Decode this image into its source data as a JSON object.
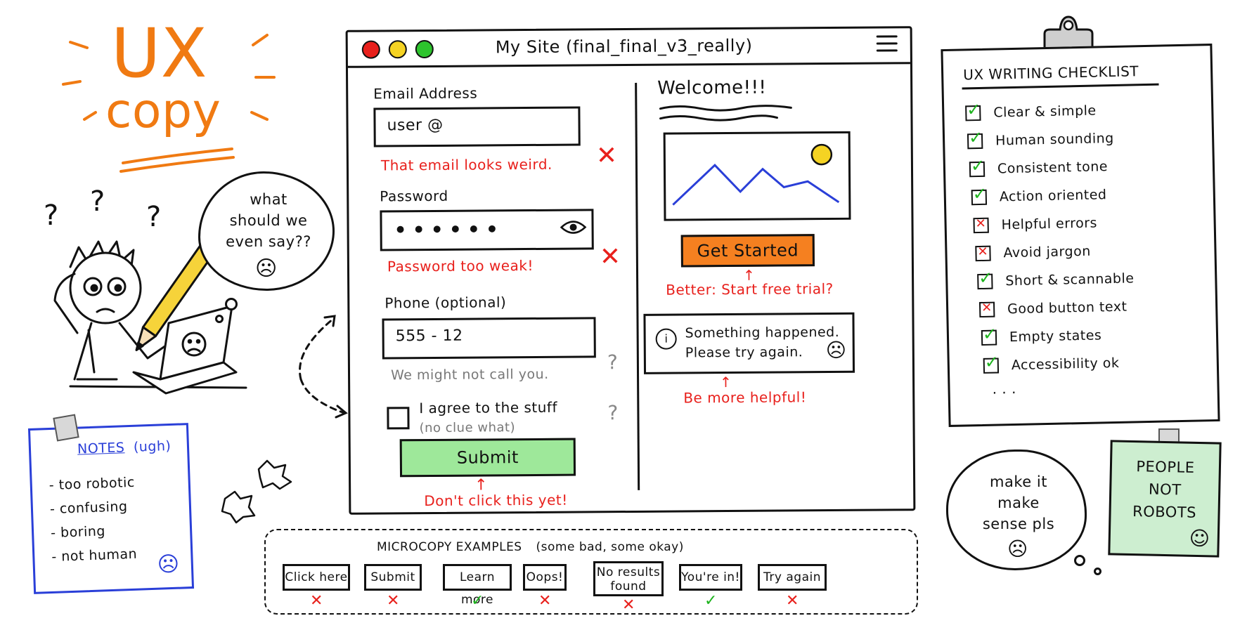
{
  "hero": {
    "line1": "UX",
    "line2": "copy"
  },
  "thought": {
    "text": "what should we even say??",
    "face": "☹"
  },
  "notes": {
    "title": "NOTES",
    "subtitle": "(ugh)",
    "items": [
      "- too robotic",
      "- confusing",
      "- boring",
      "- not human"
    ],
    "face": "☹"
  },
  "browser": {
    "title": "My Site  (final_final_v3_really)",
    "form": {
      "email_label": "Email Address",
      "email_value": "user @",
      "email_error": "That email looks weird.",
      "password_label": "Password",
      "password_value": "••••••",
      "password_error": "Password too weak!",
      "phone_label": "Phone (optional)",
      "phone_value": "555 - 12",
      "phone_hint": "We might not call you.",
      "agree_text": "I agree to the stuff",
      "agree_sub": "(no clue what)",
      "submit_label": "Submit",
      "submit_note": "Don't click this yet!",
      "x_mark": "✕",
      "q_mark": "?"
    },
    "welcome": {
      "heading": "Welcome!!!",
      "cta_label": "Get Started",
      "cta_note": "Better: Start free trial?",
      "alert_line1": "Something happened.",
      "alert_line2": "Please try again.",
      "alert_face": "☹",
      "alert_note": "Be more helpful!",
      "info_icon": "i"
    }
  },
  "checklist": {
    "title": "UX WRITING CHECKLIST",
    "items": [
      {
        "label": "Clear & simple",
        "status": "ok"
      },
      {
        "label": "Human sounding",
        "status": "ok"
      },
      {
        "label": "Consistent tone",
        "status": "ok"
      },
      {
        "label": "Action oriented",
        "status": "ok"
      },
      {
        "label": "Helpful errors",
        "status": "no"
      },
      {
        "label": "Avoid jargon",
        "status": "no"
      },
      {
        "label": "Short & scannable",
        "status": "ok"
      },
      {
        "label": "Good button text",
        "status": "no"
      },
      {
        "label": "Empty states",
        "status": "ok"
      },
      {
        "label": "Accessibility ok",
        "status": "ok"
      }
    ],
    "more": ". . ."
  },
  "microcopy": {
    "title": "MICROCOPY EXAMPLES",
    "subtitle": "(some bad, some okay)",
    "chips": [
      {
        "label": "Click here",
        "mark": "✕"
      },
      {
        "label": "Submit",
        "mark": "✕"
      },
      {
        "label": "Learn more",
        "mark": "✓"
      },
      {
        "label": "Oops!",
        "mark": "✕"
      },
      {
        "label": "No results found",
        "mark": "✕"
      },
      {
        "label": "You're in!",
        "mark": "✓"
      },
      {
        "label": "Try again",
        "mark": "✕"
      }
    ]
  },
  "bubble_right": {
    "text": "make it make sense pls",
    "face": "☹"
  },
  "sticky": {
    "text": "PEOPLE NOT ROBOTS",
    "face": "☺"
  },
  "colors": {
    "orange": "#f07a12",
    "red": "#e8201c",
    "green_button": "#9ee89a",
    "cta": "#f58020",
    "blue": "#2a3fd8",
    "check_green": "#1db31d"
  }
}
